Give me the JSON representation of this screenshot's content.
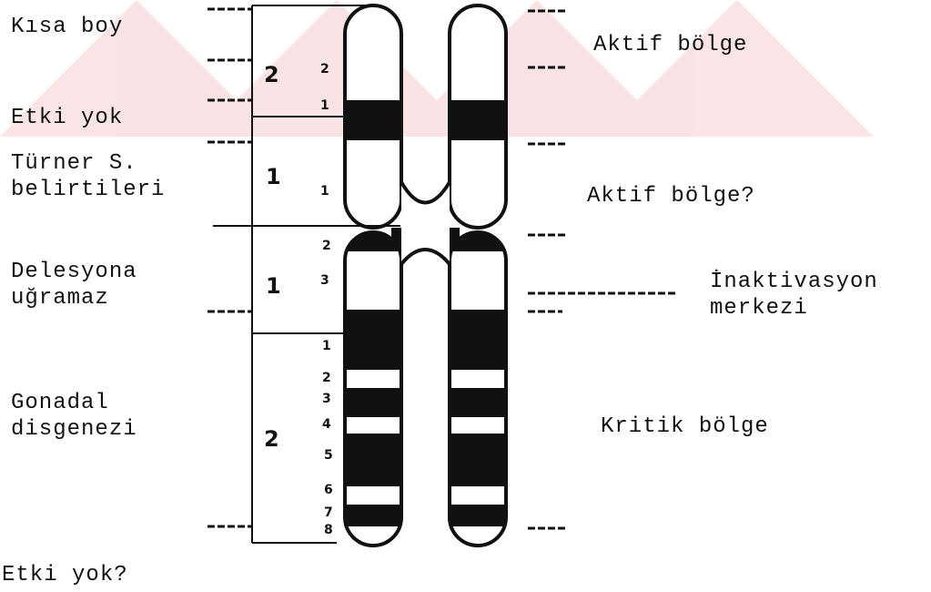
{
  "left_labels": {
    "kisa_boy": "Kısa boy",
    "etki_yok": "Etki yok",
    "turner_1": "Türner S.",
    "turner_2": "belirtileri",
    "delesyon_1": "Delesyona",
    "delesyon_2": "uğramaz",
    "gonadal_1": "Gonadal",
    "gonadal_2": "disgenezi",
    "etki_yok_q": "Etki yok?"
  },
  "right_labels": {
    "aktif": "Aktif bölge",
    "aktif_q": "Aktif bölge?",
    "inakt_1": "İnaktivasyon",
    "inakt_2": "merkezi",
    "kritik": "Kritik bölge"
  },
  "regions": {
    "p2": "2",
    "p1": "1",
    "q1": "1",
    "q2": "2"
  },
  "bands": {
    "p22": "2",
    "p21": "1",
    "p11": "1",
    "q12": "2",
    "q13": "3",
    "q21": "1",
    "q22": "2",
    "q23": "3",
    "q24": "4",
    "q25": "5",
    "q26": "6",
    "q27": "7",
    "q28": "8"
  },
  "colors": {
    "ink": "#111111",
    "watermark": "#cc2233"
  }
}
